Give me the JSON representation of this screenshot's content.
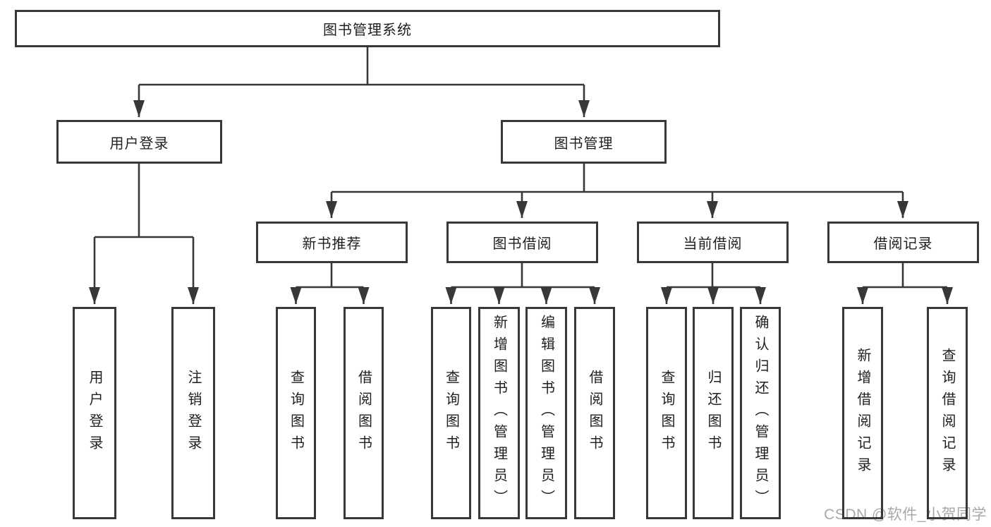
{
  "tree": {
    "root": {
      "label": "图书管理系统"
    },
    "level2": [
      {
        "label": "用户登录",
        "children": [
          {
            "label": "用户登录"
          },
          {
            "label": "注销登录"
          }
        ]
      },
      {
        "label": "图书管理",
        "children": [
          {
            "label": "新书推荐",
            "children": [
              {
                "label": "查询图书"
              },
              {
                "label": "借阅图书"
              }
            ]
          },
          {
            "label": "图书借阅",
            "children": [
              {
                "label": "查询图书"
              },
              {
                "label": "新增图书（管理员）"
              },
              {
                "label": "编辑图书（管理员）"
              },
              {
                "label": "借阅图书"
              }
            ]
          },
          {
            "label": "当前借阅",
            "children": [
              {
                "label": "查询图书"
              },
              {
                "label": "归还图书"
              },
              {
                "label": "确认归还（管理员）"
              }
            ]
          },
          {
            "label": "借阅记录",
            "children": [
              {
                "label": "新增借阅记录"
              },
              {
                "label": "查询借阅记录"
              }
            ]
          }
        ]
      }
    ]
  },
  "watermark": {
    "text": "CSDN @软件_小贺同学"
  },
  "colors": {
    "line": "#383838",
    "border": "#383838",
    "text": "#1f1f1f",
    "watermark": "#a8a8a8",
    "background": "#ffffff"
  }
}
